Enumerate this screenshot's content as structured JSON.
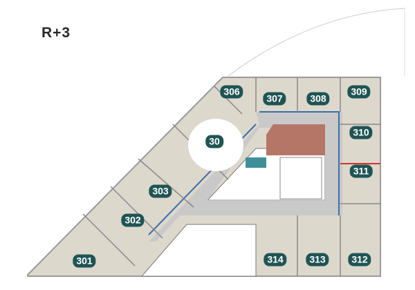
{
  "floor_title": "R+3",
  "rooms": [
    {
      "label": "301"
    },
    {
      "label": "302"
    },
    {
      "label": "303"
    },
    {
      "label": "30"
    },
    {
      "label": "306"
    },
    {
      "label": "307"
    },
    {
      "label": "308"
    },
    {
      "label": "309"
    },
    {
      "label": "310"
    },
    {
      "label": "311"
    },
    {
      "label": "312"
    },
    {
      "label": "313"
    },
    {
      "label": "314"
    }
  ],
  "colors": {
    "office": "#ddd8cc",
    "corridor": "#c9c9c9",
    "label_bg": "#1f5454",
    "core": "#b57668",
    "sanitary": "#3f8f99",
    "partition": "#3b6ea8"
  }
}
